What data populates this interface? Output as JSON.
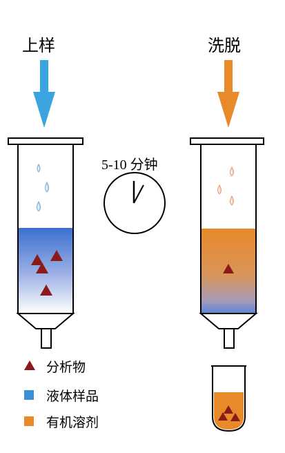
{
  "steps": {
    "load": {
      "label": "上样"
    },
    "elute": {
      "label": "洗脱"
    }
  },
  "timer": {
    "label": "5-10 分钟"
  },
  "legend": [
    {
      "label": "分析物",
      "shape": "triangle",
      "color": "#8b1a1a"
    },
    {
      "label": "液体样品",
      "shape": "square",
      "color": "#3a8fd6"
    },
    {
      "label": "有机溶剂",
      "shape": "square",
      "color": "#e8892a"
    }
  ],
  "colors": {
    "load_arrow": "#3aa3e0",
    "elute_arrow": "#e8892a",
    "analyte": "#8b1a1a",
    "sample_liquid": "#3a6fd0",
    "organic_solvent": "#e8892a"
  }
}
